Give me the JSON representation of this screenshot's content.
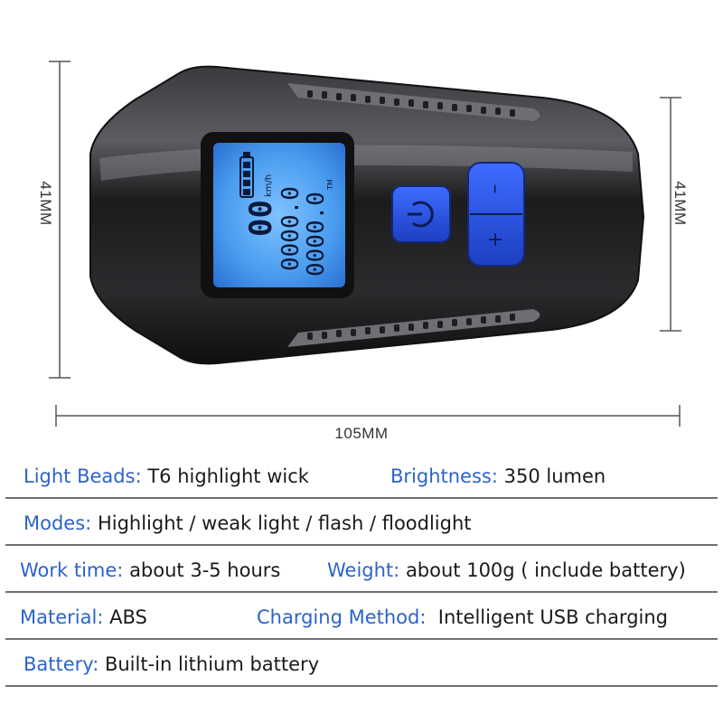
{
  "dimensions": {
    "height_left": "41MM",
    "height_right": "41MM",
    "width_bottom": "105MM"
  },
  "display": {
    "speed_digits": "00",
    "speed_unit": "km/h",
    "odometer": "0000.0",
    "timer": "0000.0",
    "trademark": "TM",
    "minus_button": "–",
    "plus_button": "+"
  },
  "specs": {
    "light_beads": {
      "key": "Light Beads",
      "value": "T6 highlight wick"
    },
    "brightness": {
      "key": "Brightness",
      "value": "350 lumen"
    },
    "modes": {
      "key": "Modes",
      "value": "Highlight / weak light / flash / floodlight"
    },
    "work_time": {
      "key": "Work time",
      "value": "about 3-5 hours"
    },
    "weight": {
      "key": "Weight",
      "value": "about 100g ( include battery)"
    },
    "material": {
      "key": "Material",
      "value": "ABS"
    },
    "charging": {
      "key": "Charging Method",
      "value": "Intelligent USB charging"
    },
    "battery": {
      "key": "Battery",
      "value": "Built-in lithium battery"
    }
  },
  "colors": {
    "accent_blue": "#2d63c8",
    "lcd_blue": "#4a9cf0",
    "button_blue": "#2b55e6",
    "body_dark": "#1b1b1d"
  }
}
